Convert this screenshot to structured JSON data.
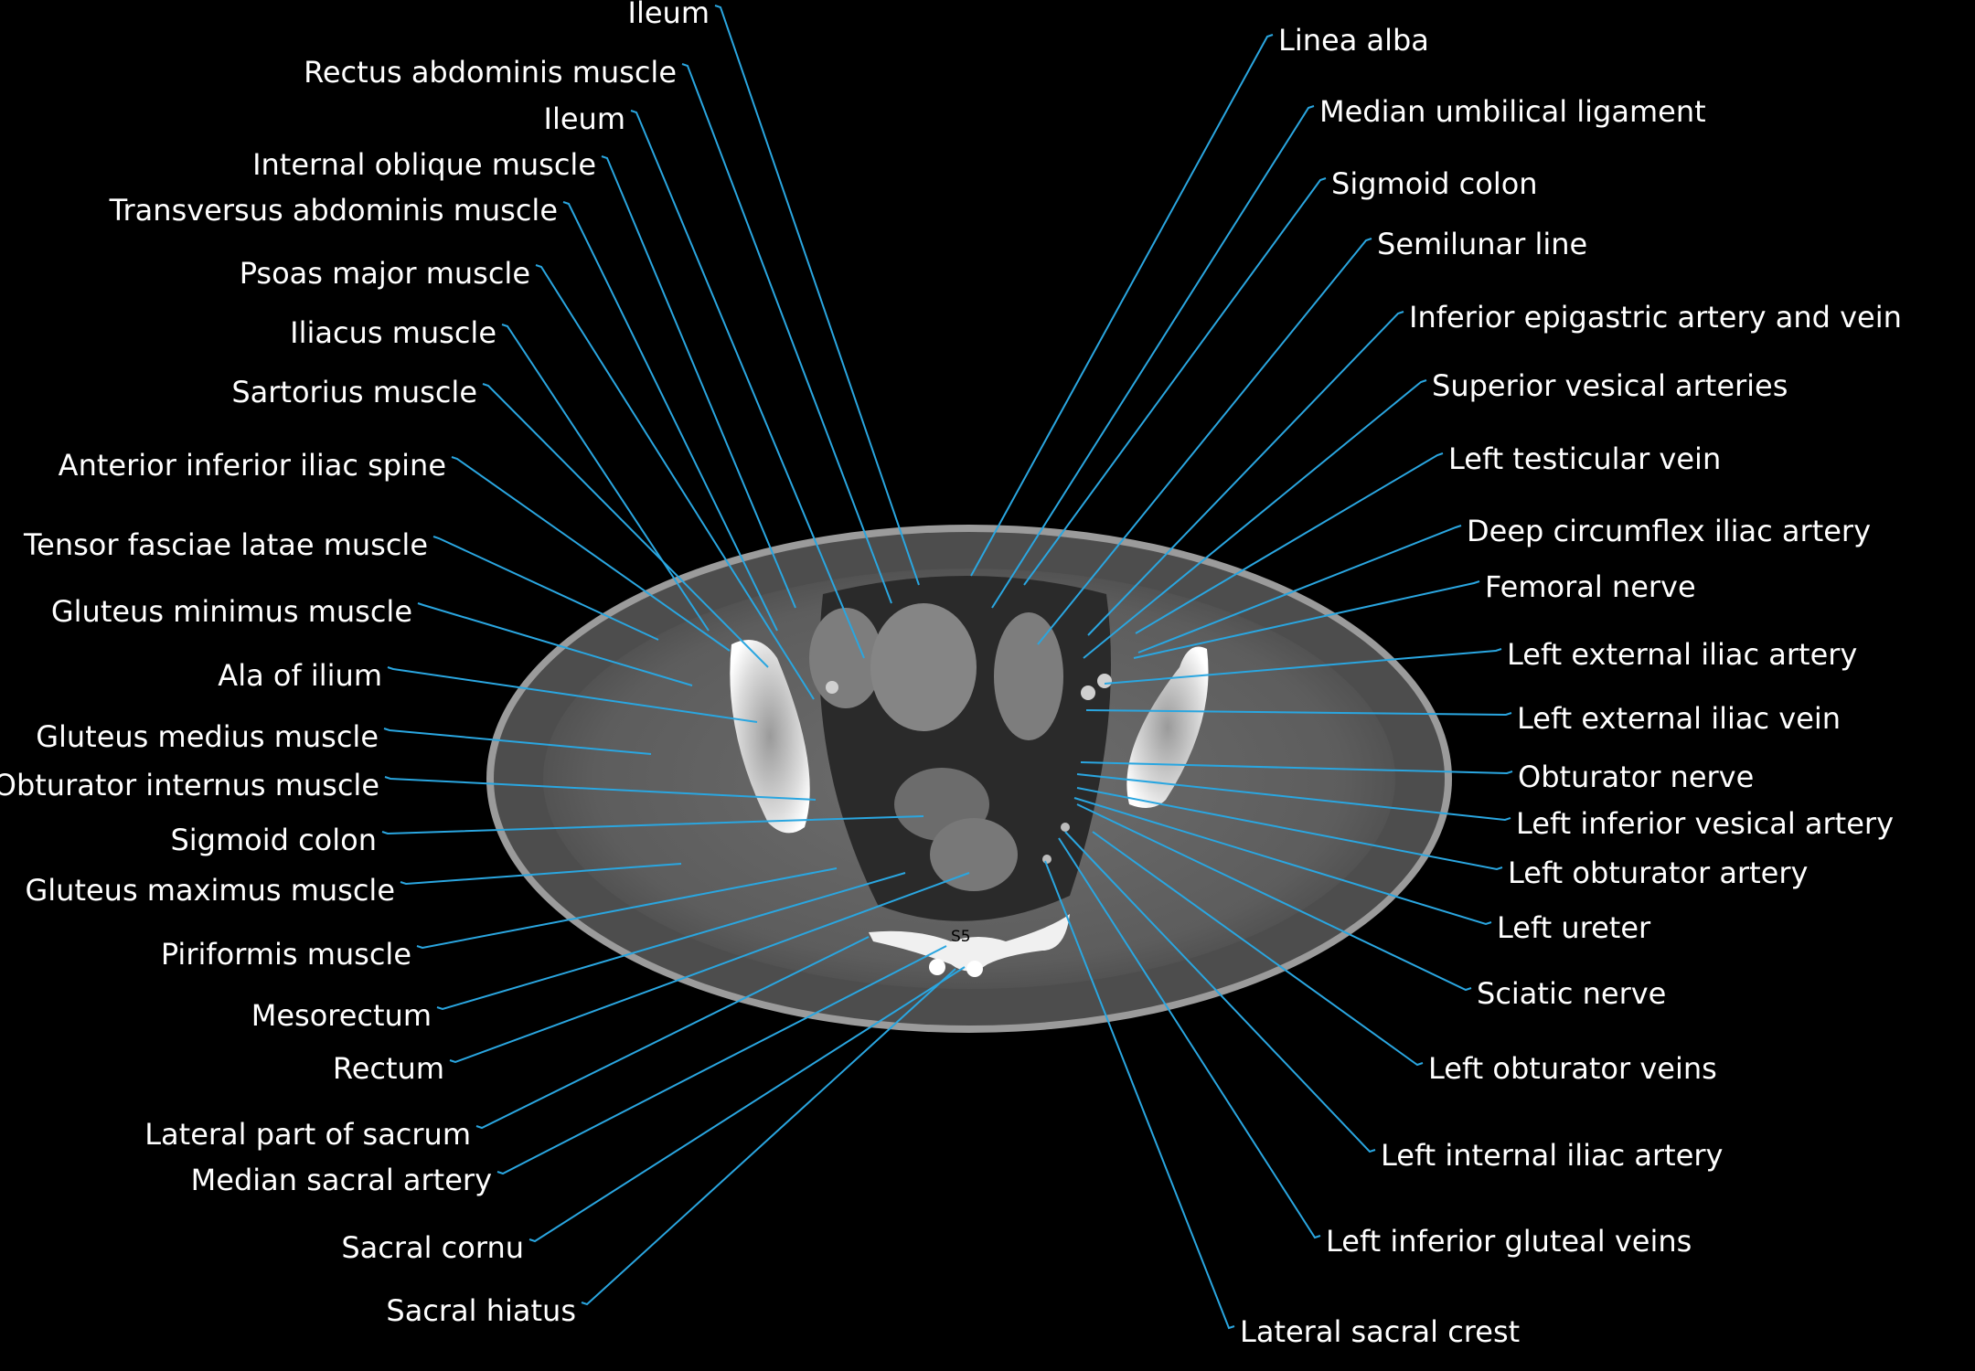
{
  "labels_left": [
    "Ileum",
    "Rectus abdominis muscle",
    "Ileum",
    "Internal oblique muscle",
    "Transversus abdominis muscle",
    "Psoas major muscle",
    "Iliacus muscle",
    "Sartorius muscle",
    "Anterior inferior iliac spine",
    "Tensor fasciae latae muscle",
    "Gluteus minimus muscle",
    "Ala of ilium",
    "Gluteus medius muscle",
    "Obturator internus muscle",
    "Sigmoid colon",
    "Gluteus maximus muscle",
    "Piriformis muscle",
    "Mesorectum",
    "Rectum",
    "Lateral part of sacrum",
    "Median sacral artery",
    "Sacral cornu",
    "Sacral hiatus"
  ],
  "labels_right": [
    "Linea alba",
    "Median umbilical ligament",
    "Sigmoid colon",
    "Semilunar line",
    "Inferior epigastric artery and vein",
    "Superior vesical arteries",
    "Left testicular vein",
    "Deep circumflex iliac artery",
    "Femoral nerve",
    "Left external iliac artery",
    "Left external iliac vein",
    "Obturator nerve",
    "Left inferior vesical artery",
    "Left obturator artery",
    "Left ureter",
    "Sciatic nerve",
    "Left obturator veins",
    "Left internal iliac artery",
    "Left inferior gluteal veins",
    "Lateral sacral crest"
  ],
  "vertebra_label": "S5",
  "colors": {
    "background": "#000000",
    "leader": "#2aa6e0",
    "text": "#ffffff"
  }
}
